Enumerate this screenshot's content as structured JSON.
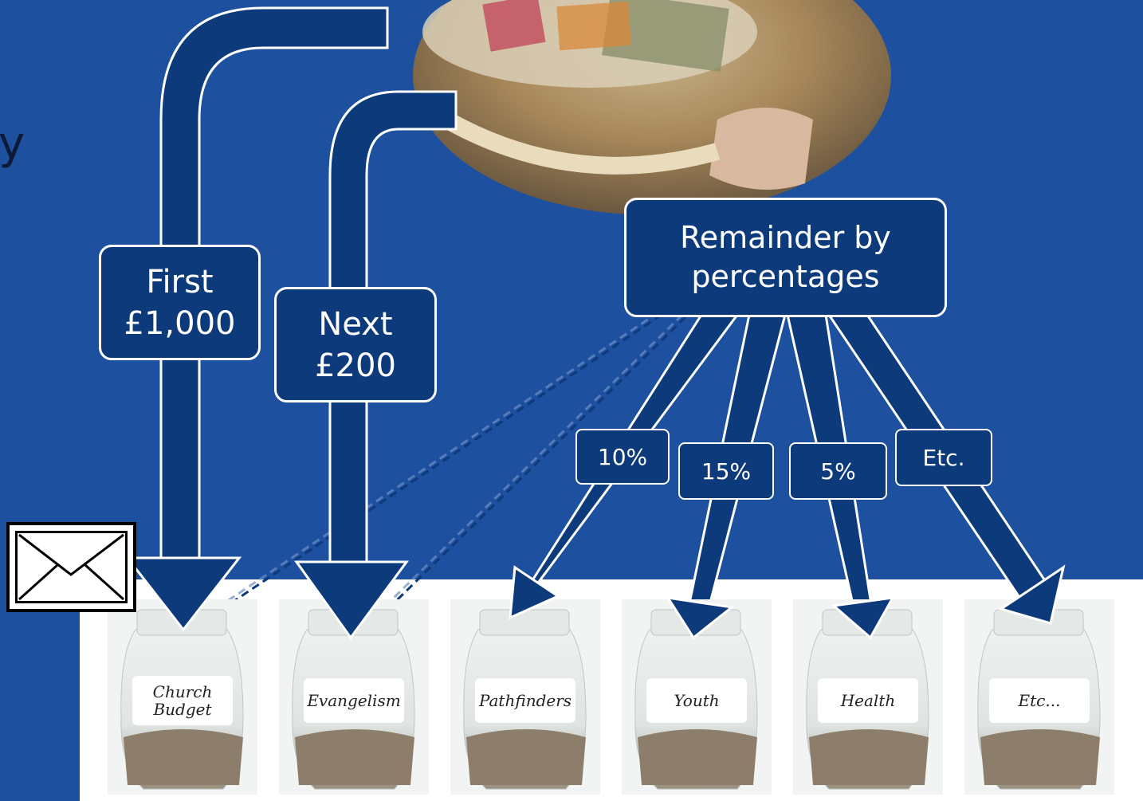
{
  "partial_heading": "y",
  "boxes": {
    "first": "First\n£1,000",
    "next": "Next\n£200",
    "remainder": "Remainder by\npercentages"
  },
  "percentages": [
    "10%",
    "15%",
    "5%",
    "Etc."
  ],
  "jars": [
    "Church\nBudget",
    "Evangelism",
    "Pathfinders",
    "Youth",
    "Health",
    "Etc..."
  ],
  "colors": {
    "background": "#1e50a0",
    "arrow": "#0d3a7a",
    "outline": "#ffffff",
    "dashed": "#0d3a7a"
  },
  "icons": [
    "envelope-icon",
    "jar-image",
    "offering-basket-photo"
  ]
}
